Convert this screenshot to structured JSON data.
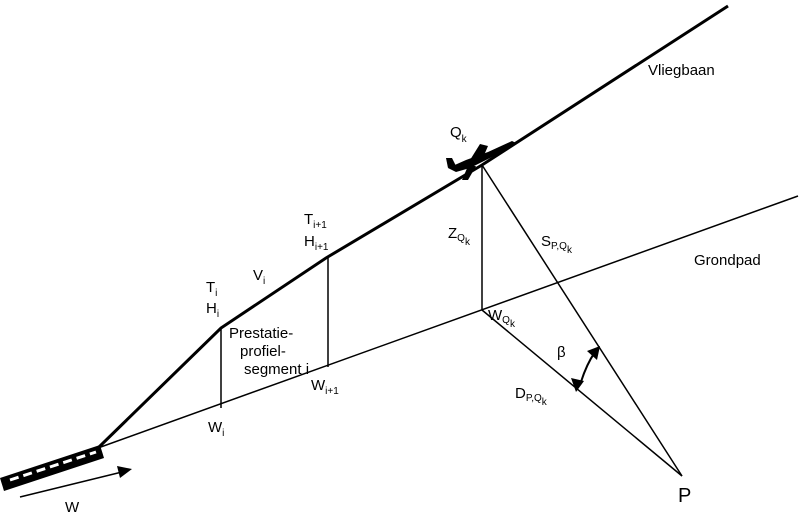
{
  "labels": {
    "flight_path": "Vliegbaan",
    "ground_path": "Grondpad",
    "aircraft_point": {
      "main": "Q",
      "sub": "k"
    },
    "t_i": {
      "main": "T",
      "sub": "i"
    },
    "h_i": {
      "main": "H",
      "sub": "i"
    },
    "v_i": {
      "main": "V",
      "sub": "i"
    },
    "t_i1": {
      "main": "T",
      "sub": "i+1"
    },
    "h_i1": {
      "main": "H",
      "sub": "i+1"
    },
    "w_i": {
      "main": "W",
      "sub": "i"
    },
    "w_i1": {
      "main": "W",
      "sub": "i+1"
    },
    "segment_text": [
      "Prestatie-",
      "profiel-",
      "segment i"
    ],
    "z_qk": {
      "main": "Z",
      "sub": "Q",
      "subsub": "k"
    },
    "s_pqk": {
      "main": "S",
      "sub": "P,Q",
      "subsub": "k"
    },
    "w_qk": {
      "main": "W",
      "sub": "Q",
      "subsub": "k"
    },
    "d_pqk": {
      "main": "D",
      "sub": "P,Q",
      "subsub": "k"
    },
    "beta": "β",
    "observer": "P",
    "runway_arrow": "W"
  }
}
